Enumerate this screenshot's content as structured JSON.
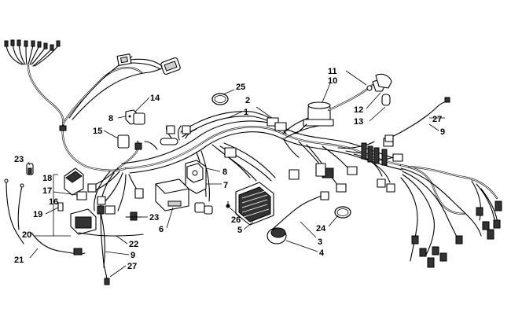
{
  "diagram": {
    "callouts": {
      "c1": "1",
      "c2": "2",
      "c3": "3",
      "c4": "4",
      "c5": "5",
      "c6": "6",
      "c7": "7",
      "c8a": "8",
      "c8b": "8",
      "c9a": "9",
      "c9b": "9",
      "c10": "10",
      "c11": "11",
      "c12": "12",
      "c13": "13",
      "c14": "14",
      "c15": "15",
      "c16": "16",
      "c17": "17",
      "c18": "18",
      "c19": "19",
      "c20": "20",
      "c21": "21",
      "c22": "22",
      "c23a": "23",
      "c23b": "23",
      "c24": "24",
      "c25": "25",
      "c26": "26",
      "c27a": "27",
      "c27b": "27"
    }
  }
}
